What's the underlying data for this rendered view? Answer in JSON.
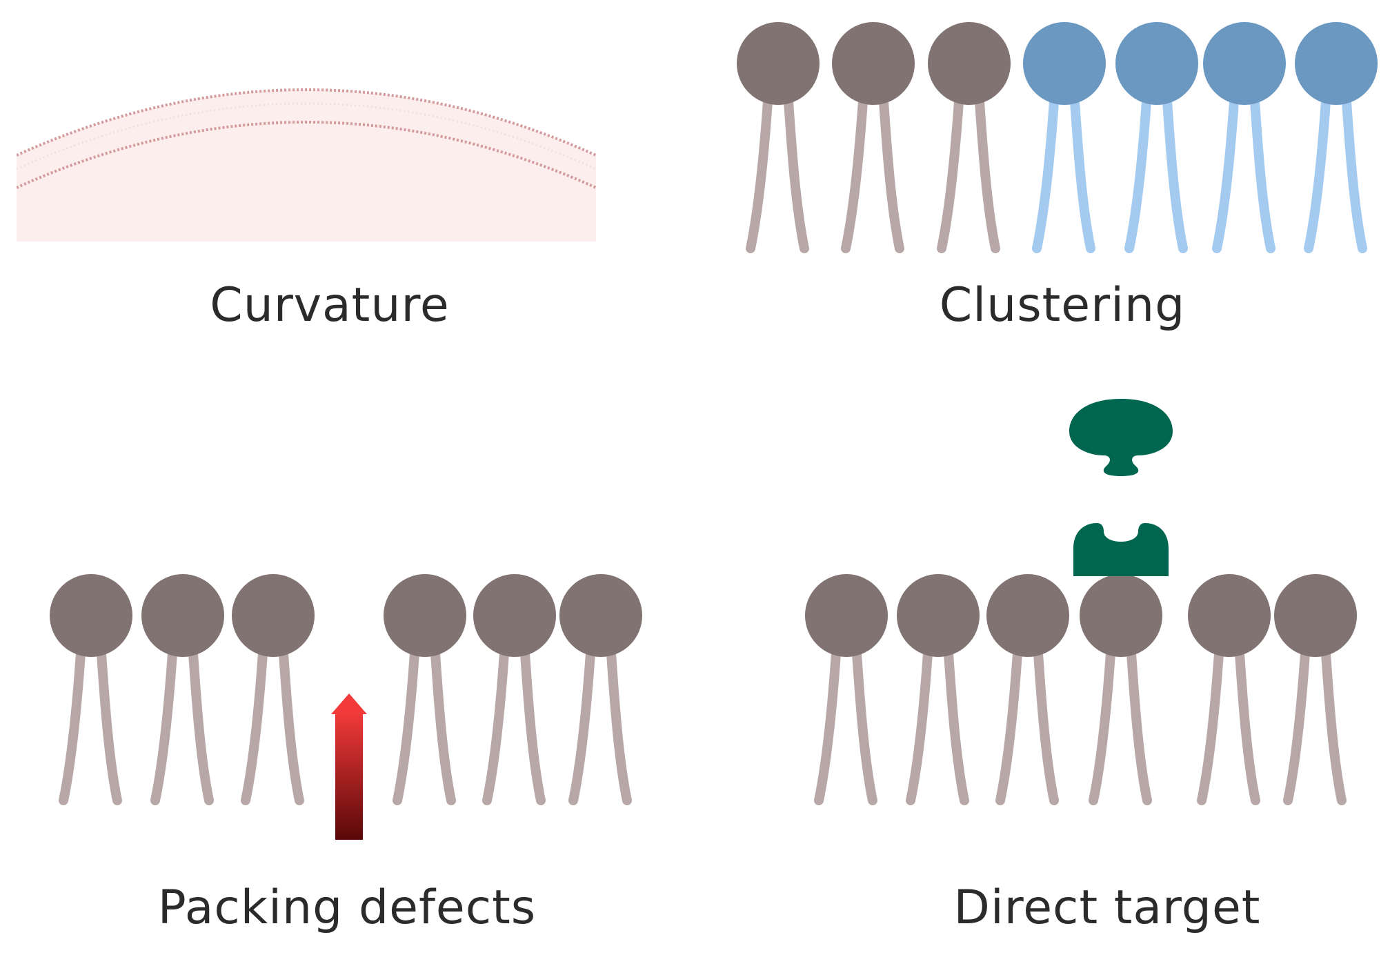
{
  "panels": {
    "curvature": {
      "label": "Curvature",
      "colors": {
        "fill": "#fdeeee",
        "leaflet": "#d29a9a"
      }
    },
    "clustering": {
      "label": "Clustering",
      "lipids": [
        "gray",
        "gray",
        "gray",
        "blue",
        "blue",
        "blue",
        "blue"
      ],
      "colors": {
        "gray_head": "#817372",
        "gray_tail": "#b7a8a7",
        "blue_head": "#6a98c1",
        "blue_tail": "#a4cbef"
      }
    },
    "packing_defects": {
      "label": "Packing defects",
      "lipid_count": 6,
      "gap_after_index": 2,
      "colors": {
        "head": "#817372",
        "tail": "#b7a8a7",
        "arrow_top": "#f23a3a",
        "arrow_bottom": "#5a0808"
      }
    },
    "direct_target": {
      "label": "Direct target",
      "lipid_count": 6,
      "colors": {
        "head": "#817372",
        "tail": "#b7a8a7",
        "protein": "#006650"
      }
    }
  }
}
